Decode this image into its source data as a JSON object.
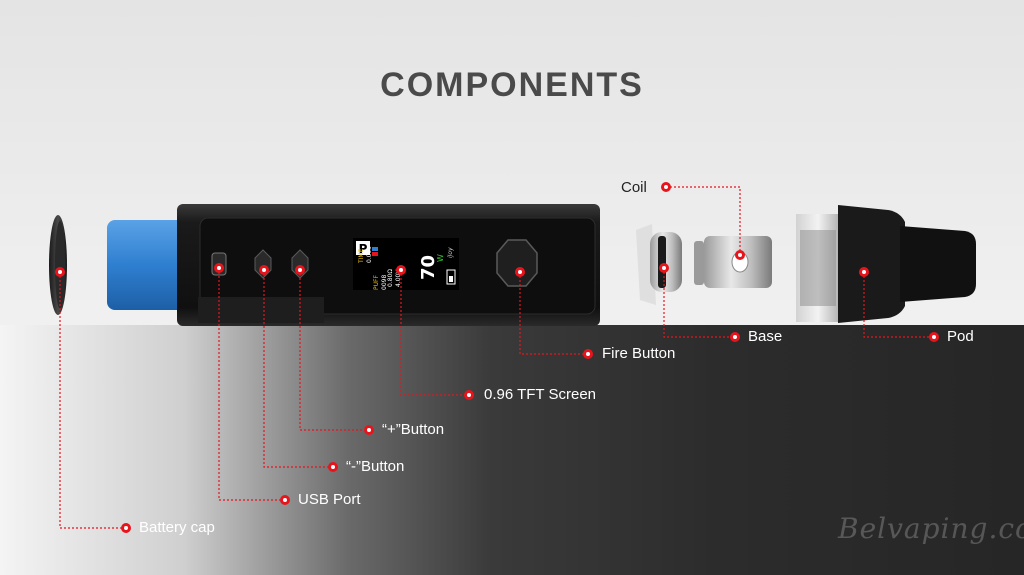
{
  "title": "COMPONENTS",
  "screen": {
    "brand": "iJoy",
    "power": "70",
    "unit": "W",
    "p_label": "P",
    "time_label": "TIME",
    "time_value": "0.09s",
    "puff_label": "PUFF",
    "puff_value": "0098",
    "resistance": "0.80Ω",
    "voltage": "4.00V"
  },
  "labels": {
    "coil": "Coil",
    "base": "Base",
    "pod": "Pod",
    "fire_button": "Fire Button",
    "tft_screen": "0.96 TFT Screen",
    "plus_button": "“+”Button",
    "minus_button": "“-”Button",
    "usb_port": "USB Port",
    "battery_cap": "Battery cap"
  },
  "watermark": "Belvaping.com",
  "colors": {
    "callout_red": "#e8141c",
    "title_gray": "#4a4a4a",
    "battery_blue": "#2f7fd0",
    "device_black": "#151515"
  }
}
